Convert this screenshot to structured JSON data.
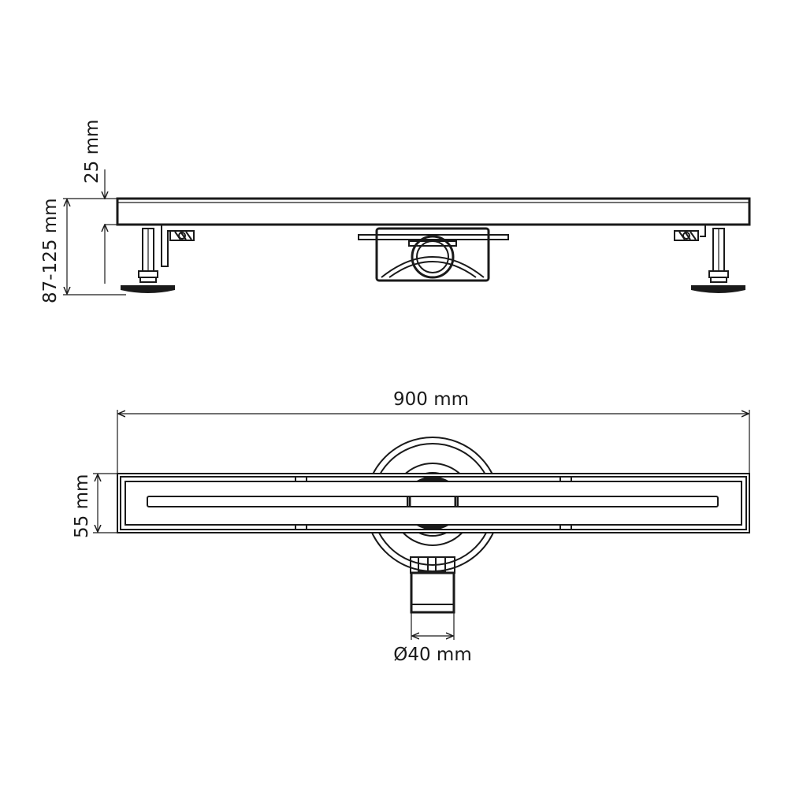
{
  "dimensions": {
    "top_thickness": "25 mm",
    "height_range": "87-125 mm",
    "length": "900 mm",
    "width": "55 mm",
    "outlet_diameter": "Ø40 mm"
  },
  "colors": {
    "line": "#1a1a1a",
    "background": "#ffffff"
  }
}
